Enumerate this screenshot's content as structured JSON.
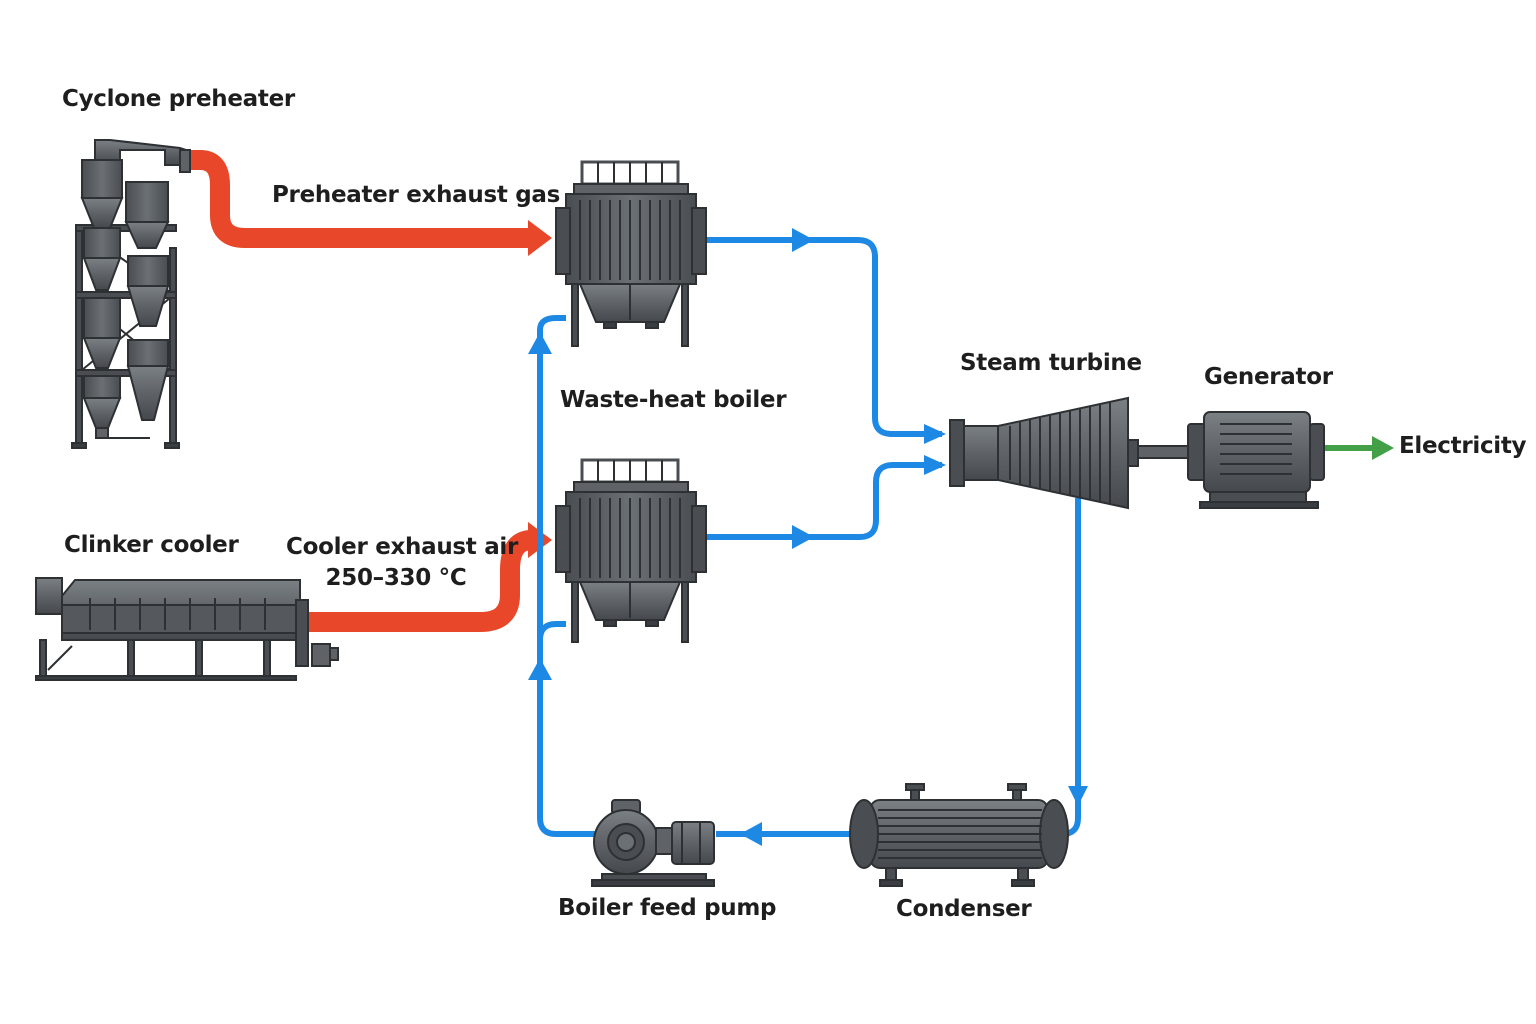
{
  "labels": {
    "cyclone_preheater": "Cyclone preheater",
    "preheater_exhaust_gas": "Preheater exhaust gas",
    "clinker_cooler": "Clinker cooler",
    "cooler_exhaust_air_line1": "Cooler exhaust air",
    "cooler_exhaust_air_line2": "250–330 °C",
    "waste_heat_boiler": "Waste-heat boiler",
    "steam_turbine": "Steam turbine",
    "generator": "Generator",
    "electricity": "Electricity",
    "boiler_feed_pump": "Boiler feed pump",
    "condenser": "Condenser"
  },
  "colors": {
    "hot_gas": "#e8472a",
    "water_steam": "#1e88e5",
    "electricity": "#43a047",
    "equipment": "#5f6368",
    "equipment_dark": "#3a3d41",
    "equipment_light": "#8a8f94"
  }
}
